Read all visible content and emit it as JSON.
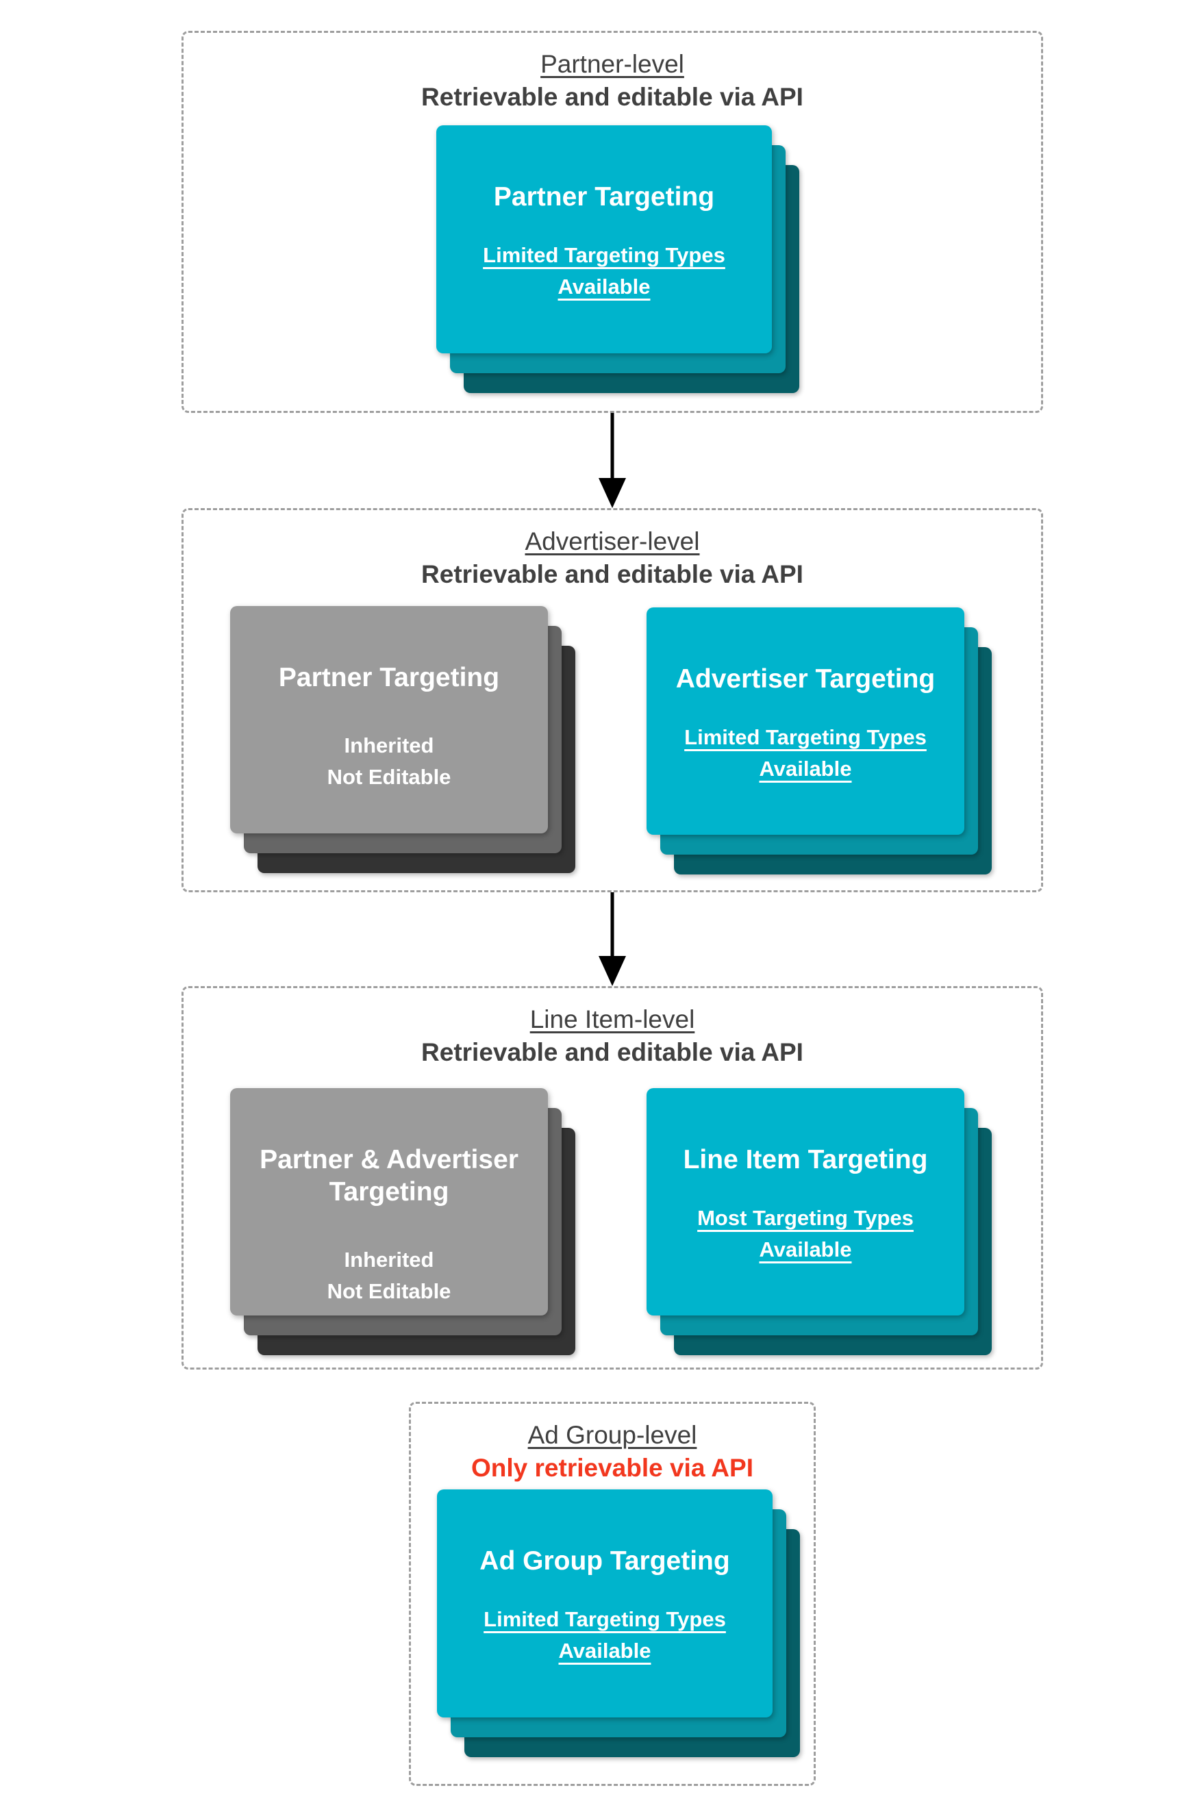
{
  "palette": {
    "cyan": "#00B4CC",
    "cyan_mid": "#0794A4",
    "cyan_dark": "#065E66",
    "gray": "#9B9B9B",
    "gray_mid": "#666666",
    "gray_dark": "#333333",
    "heading": "#404040",
    "red": "#F2371E",
    "border": "#9E9E9E",
    "arrow": "#000000",
    "card_text": "#FFFFFF"
  },
  "sections": [
    {
      "id": "partner-level",
      "title": "Partner-level",
      "subtitle": "Retrievable and editable via API",
      "cards": [
        {
          "variant": "cyan",
          "title": "Partner Targeting",
          "note_lines": [
            "Limited Targeting Types",
            "Available"
          ],
          "note_underlined": true
        }
      ]
    },
    {
      "id": "advertiser-level",
      "title": "Advertiser-level",
      "subtitle": "Retrievable and editable via API",
      "cards": [
        {
          "variant": "gray",
          "title": "Partner Targeting",
          "note_lines": [
            "Inherited",
            "Not Editable"
          ],
          "note_underlined": false
        },
        {
          "variant": "cyan",
          "title": "Advertiser Targeting",
          "note_lines": [
            "Limited Targeting Types",
            "Available"
          ],
          "note_underlined": true
        }
      ]
    },
    {
      "id": "line-item-level",
      "title": "Line Item-level",
      "subtitle": "Retrievable and editable via API",
      "cards": [
        {
          "variant": "gray",
          "title": "Partner & Advertiser Targeting",
          "note_lines": [
            "Inherited",
            "Not Editable"
          ],
          "note_underlined": false
        },
        {
          "variant": "cyan",
          "title": "Line Item Targeting",
          "note_lines": [
            "Most Targeting Types",
            "Available"
          ],
          "note_underlined": true
        }
      ]
    },
    {
      "id": "ad-group-level",
      "title": "Ad Group-level",
      "subtitle": "Only retrievable via API",
      "subtitle_color": "#F2371E",
      "cards": [
        {
          "variant": "cyan",
          "title": "Ad Group Targeting",
          "note_lines": [
            "Limited Targeting Types",
            "Available"
          ],
          "note_underlined": true
        }
      ]
    }
  ]
}
